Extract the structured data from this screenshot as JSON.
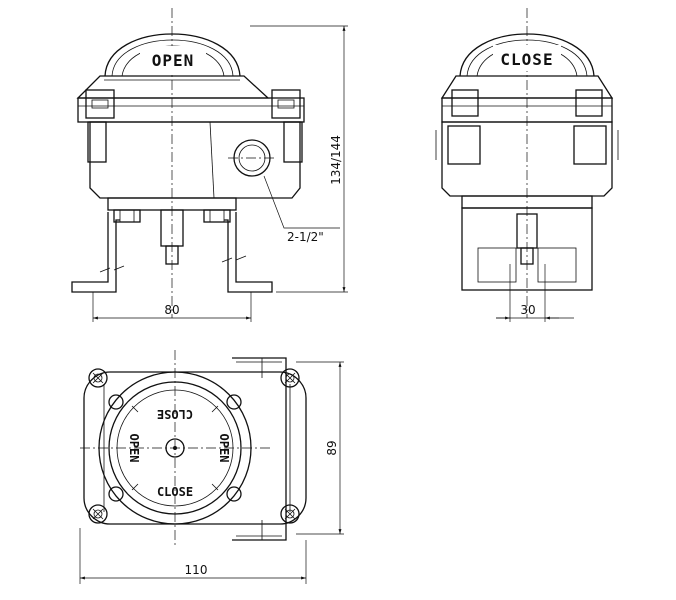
{
  "front_view": {
    "dome_label": "OPEN",
    "height_dim": "134/144",
    "width_dim": "80",
    "conduit_dim": "2-1/2\""
  },
  "side_view": {
    "dome_label": "CLOSE",
    "shaft_dim": "30"
  },
  "top_view": {
    "face_label_close_top": "CLOSE",
    "face_label_close_bottom": "CLOSE",
    "face_label_open_left": "OPEN",
    "face_label_open_right": "OPEN",
    "width_dim": "110",
    "depth_dim": "89"
  }
}
